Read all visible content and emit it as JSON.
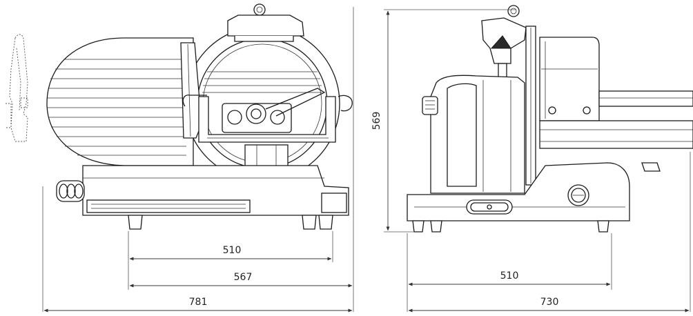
{
  "dimensions": {
    "front_inner_width": "510",
    "front_feet_width": "567",
    "front_overall_width": "781",
    "side_height": "569",
    "side_base_width": "510",
    "side_overall_width": "730"
  }
}
